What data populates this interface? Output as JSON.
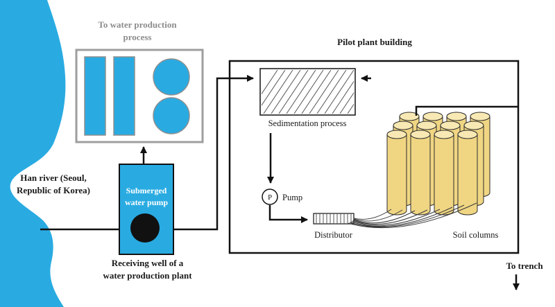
{
  "colors": {
    "river_blue": "#29ABE2",
    "soil_column_fill": "#F0D683",
    "soil_column_top": "#F8E9B4",
    "production_box_border": "#9E9E9E",
    "caption_gray": "#8C8C8C",
    "line_black": "#111111"
  },
  "river": {
    "label": "Han river (Seoul,\nRepublic of Korea)"
  },
  "water_production": {
    "caption": "To water production\nprocess"
  },
  "receiving_well": {
    "pump_label": "Submerged\nwater pump",
    "caption": "Receiving well of a\nwater production plant"
  },
  "pilot_plant": {
    "title": "Pilot plant building",
    "sedimentation_label": "Sedimentation process",
    "pump_symbol": "P",
    "pump_label": "Pump",
    "distributor_label": "Distributor",
    "soil_columns_label": "Soil columns"
  },
  "trench": {
    "label": "To trench"
  }
}
